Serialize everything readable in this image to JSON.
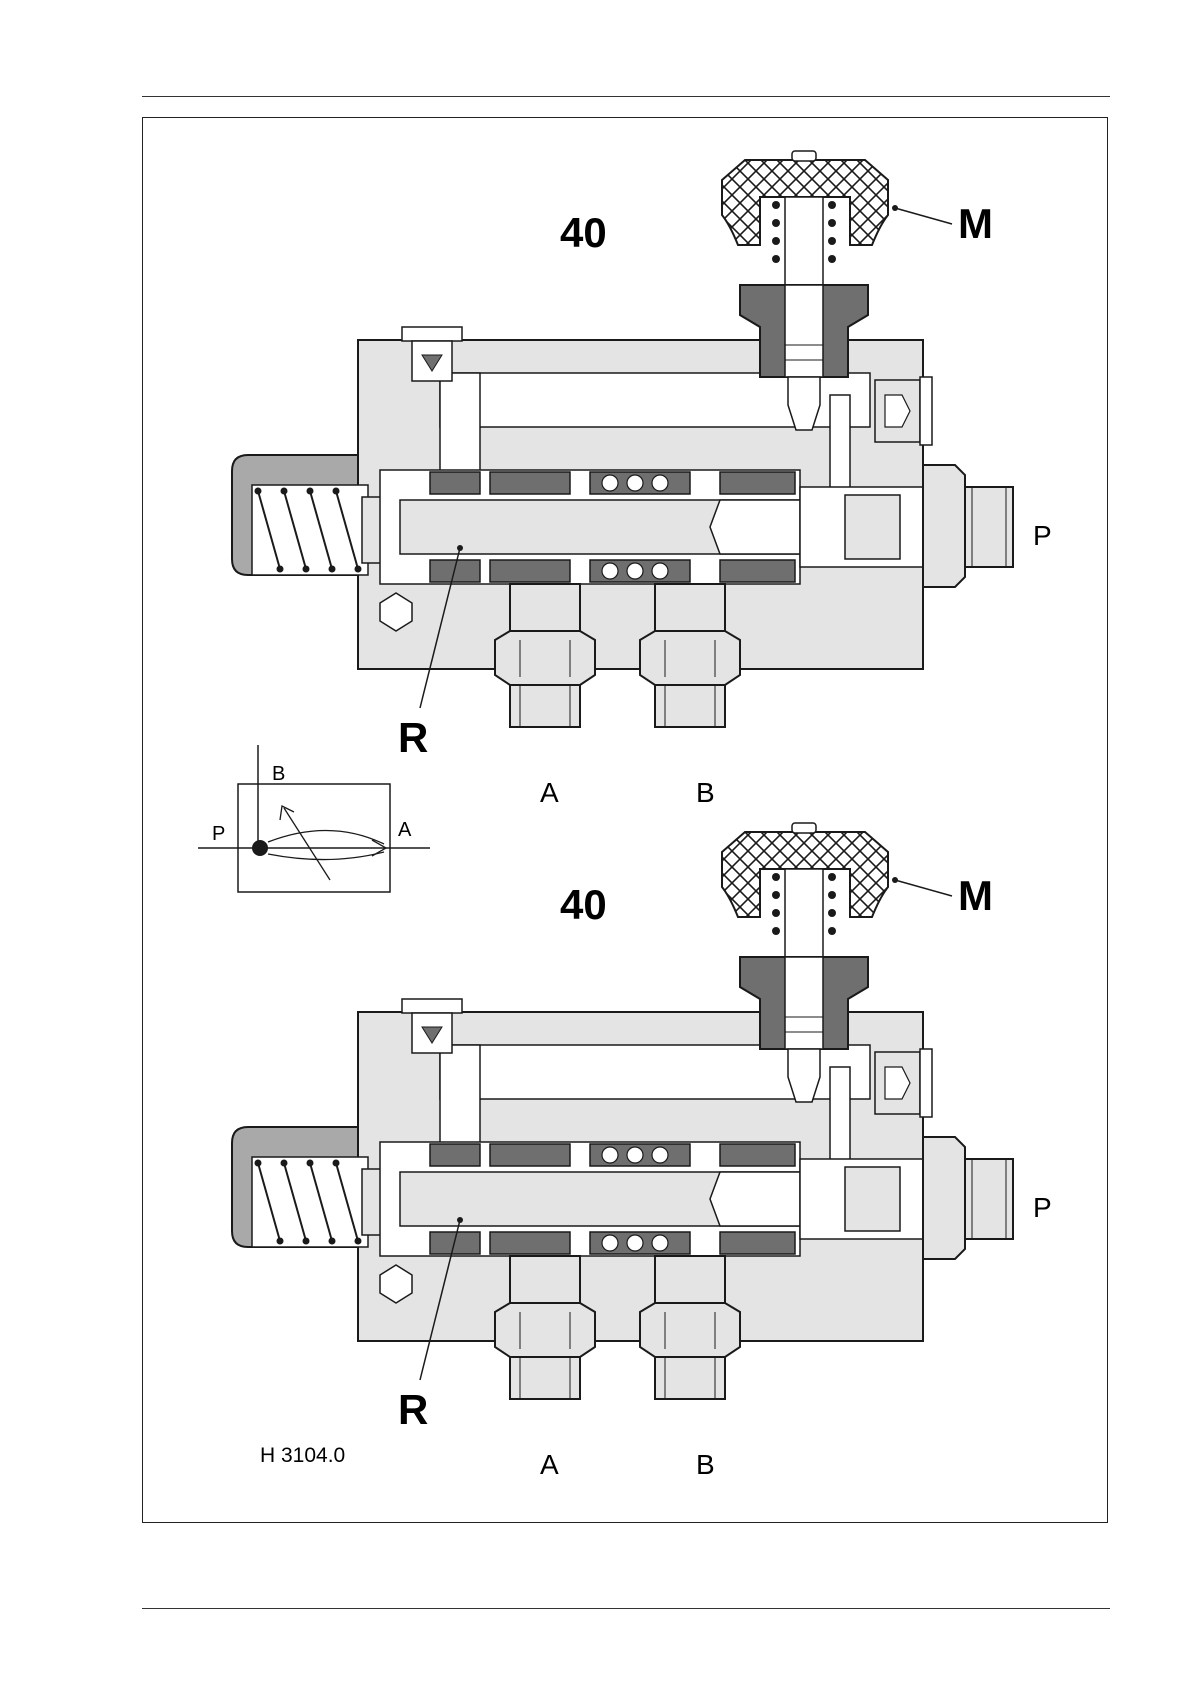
{
  "views": [
    {
      "number": "40",
      "labels": {
        "m": "M",
        "r": "R",
        "p": "P",
        "a": "A",
        "b": "B"
      }
    },
    {
      "number": "40",
      "labels": {
        "m": "M",
        "r": "R",
        "p": "P",
        "a": "A",
        "b": "B"
      }
    }
  ],
  "symbol": {
    "p": "P",
    "a": "A",
    "b": "B"
  },
  "drawing_code": "H 3104.0",
  "colors": {
    "body": "#e4e4e4",
    "cap": "#a9a9a9",
    "seal": "#6f6f6f",
    "line": "#1a1a1a",
    "channel": "#ffffff"
  }
}
